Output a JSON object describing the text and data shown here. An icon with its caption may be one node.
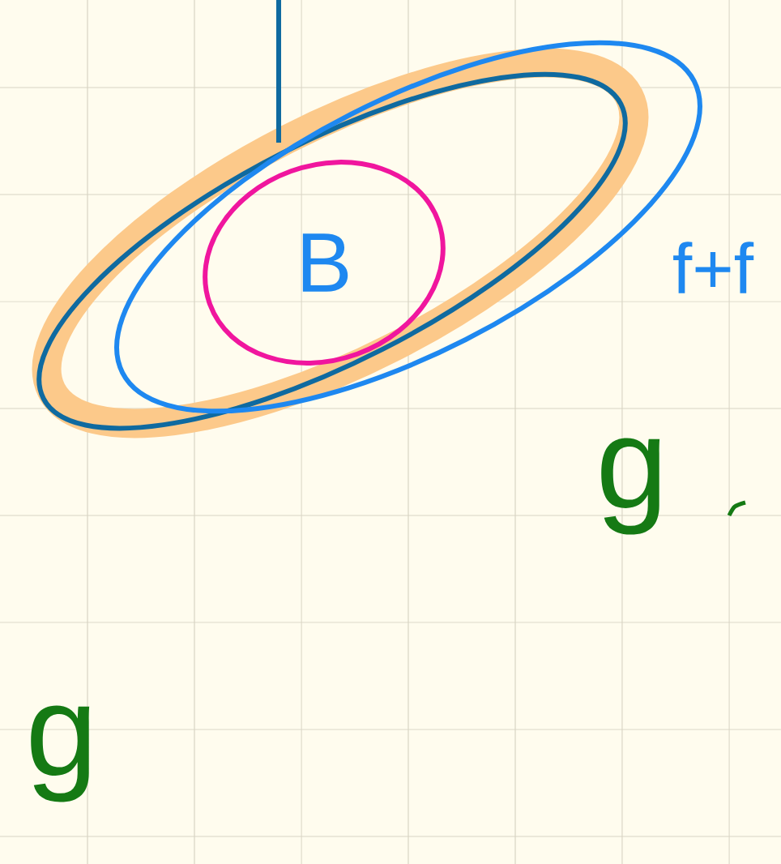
{
  "diagram": {
    "nodes": [
      {
        "text": [
          "B"
        ]
      }
    ],
    "labels": [
      "f+f",
      "g",
      "g"
    ]
  }
}
